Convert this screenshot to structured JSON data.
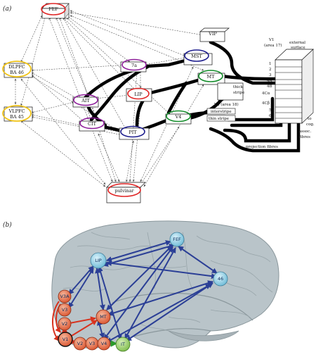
{
  "panel_a": {
    "label": "(a)",
    "nodes": {
      "fef": "FEF",
      "dlpfc": "DLPFC",
      "dlpfc_sub": "BA 46",
      "vlpfc": "VLPFC",
      "vlpfc_sub": "BA 45",
      "a7": "7a",
      "ait": "AIT",
      "lip": "LIP",
      "cit": "CIT",
      "pit": "PIT",
      "v4": "V4",
      "mt": "MT",
      "mst": "MST",
      "vip": "VIP",
      "pulvinar": "pulvinar"
    },
    "v1": {
      "title": "V1",
      "subtitle": "(area 17)",
      "surface1": "external",
      "surface2": "surface",
      "layers": [
        "1",
        "2",
        "3",
        "4A",
        "4B",
        "4Cα",
        "4Cβ",
        "5",
        "6"
      ]
    },
    "v2": {
      "title": "V2 (area 18)",
      "thick1": "thick",
      "thick2": "stripe",
      "interstripe": "interstripe",
      "thin": "thin stripe"
    },
    "labels": {
      "projection": "projection fibres",
      "assoc1": "assoc.",
      "assoc2": "fibres",
      "tocog1": "to",
      "tocog2": "cog."
    }
  },
  "panel_b": {
    "label": "(b)",
    "nodes": {
      "lip": "LIP",
      "fef": "FEF",
      "a46": "46",
      "v3a": "V3A",
      "v3": "V3",
      "v2_left": "V2",
      "v1": "V1",
      "mt": "MT",
      "v2_bottom": "V2",
      "v3_bottom": "V3",
      "v4": "V4",
      "it": "IT"
    }
  },
  "colors": {
    "red": "#e02626",
    "yellow": "#f0c419",
    "purple": "#8e1f9a",
    "green": "#138c2a",
    "navy": "#1c1c8c",
    "brain_blue": "#2b3f96",
    "node_blue": "#8fd0e6",
    "node_red": "#e8704e",
    "node_green": "#8ec85a",
    "brain_fill": "#b9c4c9"
  }
}
